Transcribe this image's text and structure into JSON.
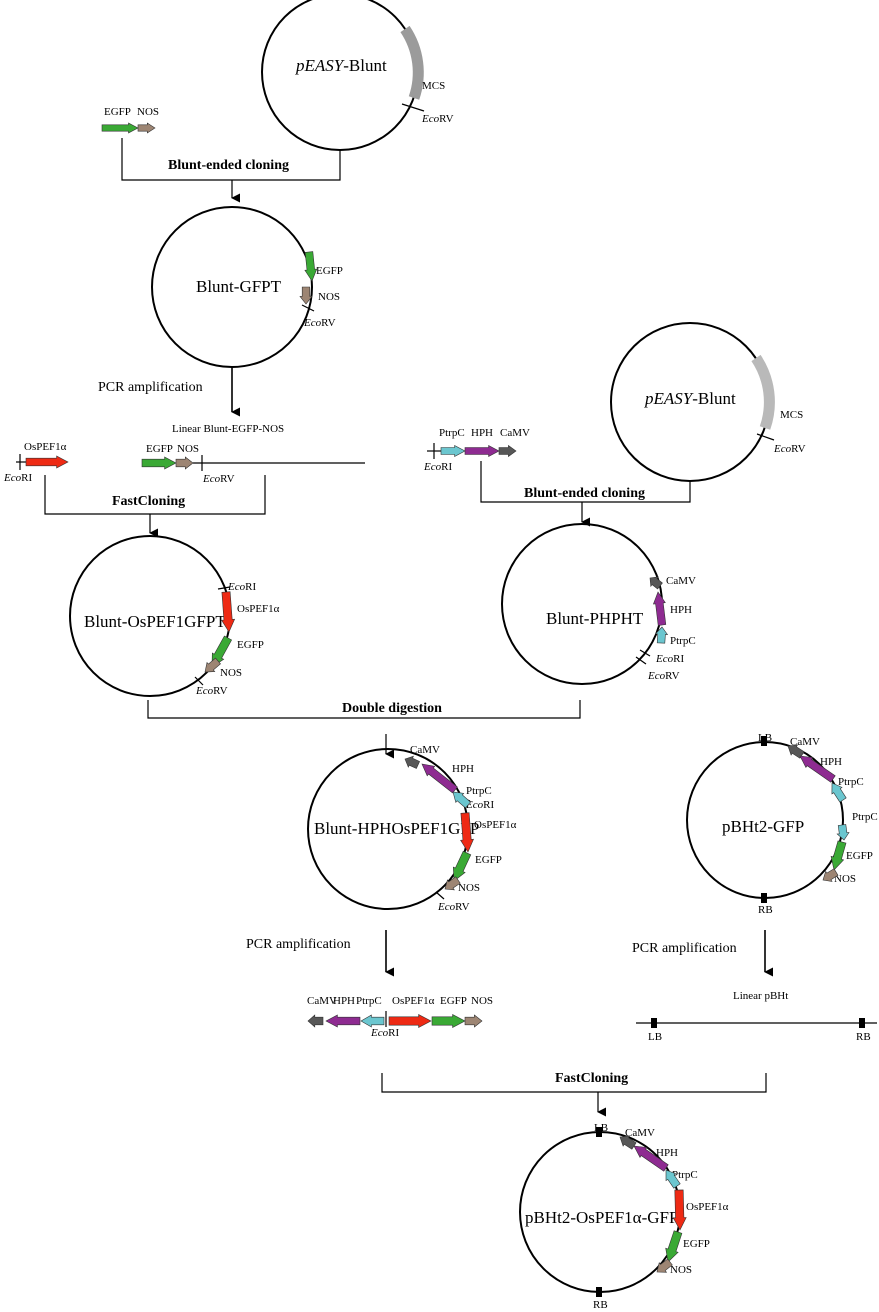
{
  "colors": {
    "EGFP": "#3aa935",
    "NOS": "#9d8573",
    "OsPEF1a": "#ee2a14",
    "HPH": "#8e2b91",
    "PtrpC": "#6bc6cf",
    "CaMV": "#575757",
    "MCS_dark": "#9b9b9b",
    "MCS_light": "#b9b9b9"
  },
  "labels": {
    "EGFP": "EGFP",
    "NOS": "NOS",
    "OsPEF1a": "OsPEF1α",
    "HPH": "HPH",
    "PtrpC": "PtrpC",
    "CaMV": "CaMV",
    "MCS": "MCS",
    "LB": "LB",
    "RB": "RB",
    "eco_it": "Eco",
    "rv": "RV",
    "ri": "RI",
    "peasy_it": "pEASY",
    "peasy_rest": "-Blunt"
  },
  "plasmids": {
    "blunt_gfpt": "Blunt-GFPT",
    "blunt_ospef1gfpt": "Blunt-OsPEF1GFPT",
    "blunt_phpht": "Blunt-PHPHT",
    "blunt_hphospef1gfp": "Blunt-HPHOsPEF1GFP",
    "pbht2_gfp": "pBHt2-GFP",
    "pbht2_ospef1a_gfp": "pBHt2-OsPEF1α-GFP"
  },
  "steps": {
    "blunt_cloning_1": "Blunt-ended cloning",
    "pcr_1": "PCR amplification",
    "fastcloning_1": "FastCloning",
    "blunt_cloning_2": "Blunt-ended cloning",
    "double_digestion": "Double digestion",
    "pcr_2": "PCR amplification",
    "pcr_3": "PCR amplification",
    "fastcloning_2": "FastCloning"
  },
  "linear": {
    "blunt_egfp_nos": "Linear Blunt-EGFP-NOS",
    "pbht": "Linear pBHt"
  }
}
